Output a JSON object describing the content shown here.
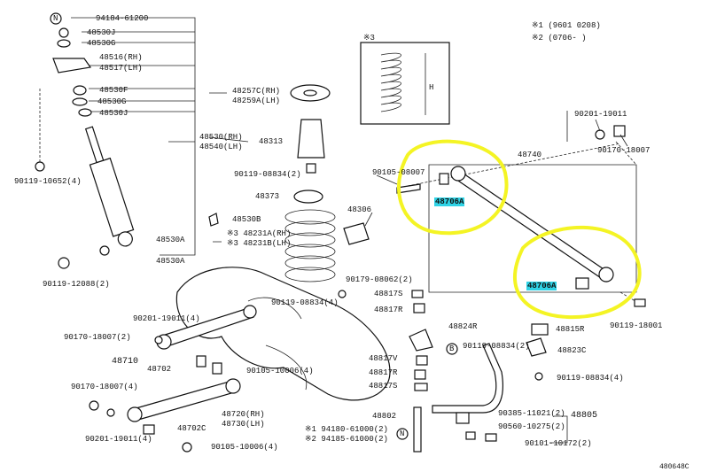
{
  "notes": {
    "note1": "※1 (9601  0208)",
    "note2": "※2 (0706-   )",
    "inset_label": "※3",
    "inset_h": "H"
  },
  "labels": {
    "p94184": "94184-61200",
    "p48530J_top": "48530J",
    "p48530G_top": "48530G",
    "p48516": "48516(RH)",
    "p48517": "48517(LH)",
    "p48530F": "48530F",
    "p48530G_mid": "48530G",
    "p48530J_mid": "48530J",
    "p48530": "48530(RH)",
    "p48540": "48540(LH)",
    "p90119_10652": "90119-10652(4)",
    "p48530B": "48530B",
    "p48530A_1": "48530A",
    "p48530A_2": "48530A",
    "p90119_12088": "90119-12088(2)",
    "p48257C": "48257C(RH)",
    "p48259A": "48259A(LH)",
    "p48313": "48313",
    "p90119_08834_a": "90119-08834(2)",
    "p48373": "48373",
    "p48231A": "※3 48231A(RH)",
    "p48231B": "※3 48231B(LH)",
    "p90119_08834_b": "90119-08834(4)",
    "p48306": "48306",
    "p90105_08007": "90105-08007",
    "p48706A_1": "48706A",
    "p48706A_2": "48706A",
    "p48740": "48740",
    "p90201_19011_top": "90201-19011",
    "p90170_18007_top": "90170-18007",
    "p90179_08062": "90179-08062(2)",
    "p48817S_top": "48817S",
    "p48817R_top": "48817R",
    "p90119_18001": "90119-18001",
    "p90201_19011_4": "90201-19011(4)",
    "p90170_18007_2": "90170-18007(2)",
    "p48710": "48710",
    "p48702": "48702",
    "p90105_10006_4a": "90105-10006(4)",
    "p48824R": "48824R",
    "p48815R": "48815R",
    "p90119_08834_2": "90119-08834(2)",
    "p48823C": "48823C",
    "p48817V": "48817V",
    "p48817R_low": "48817R",
    "p48817S_low": "48817S",
    "p90119_08834_4": "90119-08834(4)",
    "p90170_18007_4": "90170-18007(4)",
    "p48720": "48720(RH)",
    "p48730": "48730(LH)",
    "p48702C": "48702C",
    "p90201_19011_4b": "90201-19011(4)",
    "p90105_10006_4b": "90105-10006(4)",
    "p48802": "48802",
    "p94180": "※1 94180-61000(2)",
    "p94185": "※2 94185-61000(2)",
    "p90385": "90385-11021(2)",
    "p90560": "90560-10275(2)",
    "p48805": "48805",
    "p90101": "90101-10172(2)",
    "callout_n_top": "N",
    "callout_b": "B",
    "callout_n_bot": "N",
    "fig_code": "480648C"
  },
  "highlight_color": "#2fd3e6",
  "circle_color": "#f4f424"
}
